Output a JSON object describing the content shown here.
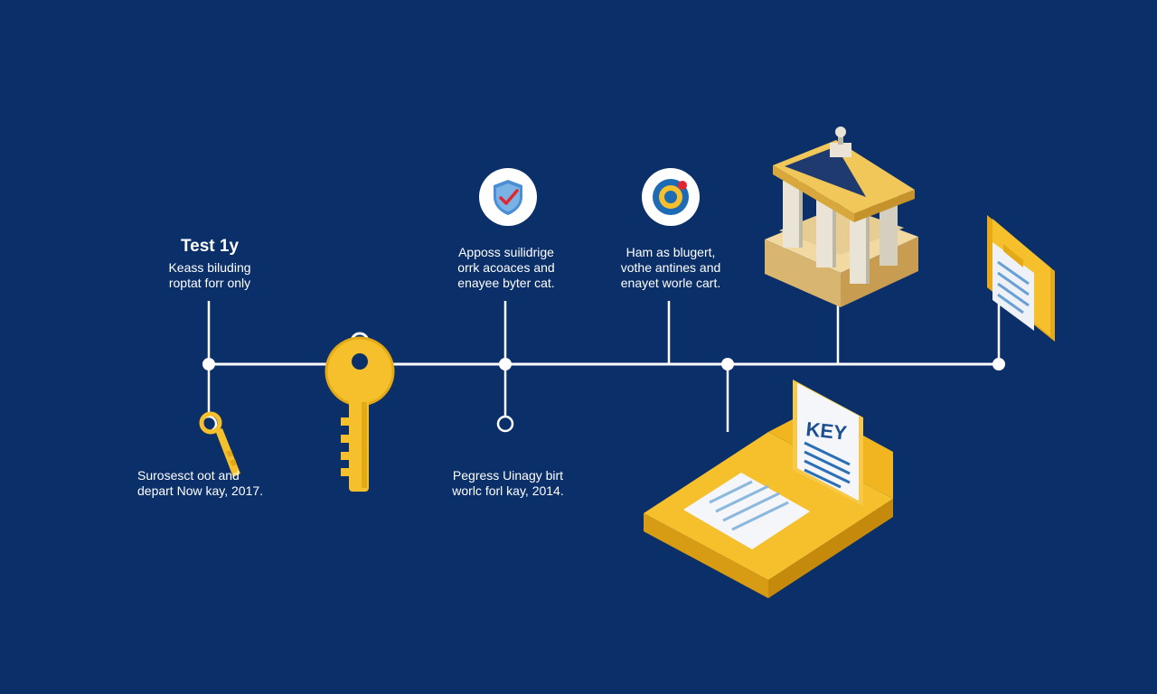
{
  "colors": {
    "background": "#0b2f68",
    "line": "#ffffff",
    "accent_gold": "#f5c02c",
    "accent_blue": "#2b78c4"
  },
  "timeline": {
    "first_stage": {
      "title": "Test 1y",
      "top_text": "Keass biluding\nroptat forr only",
      "bottom_text": "Surosesct oot   and\ndepart Now kay, 2017."
    },
    "second_stage": {
      "top_text": "Apposs suilidrige\norrk acoaces and\nenayee byter cat.",
      "bottom_text": "Pegress Uinagy birt\nworlc forl kay, 2014.",
      "icon": "shield-check-icon"
    },
    "third_stage": {
      "top_text": "Ham as blugert,\nvothe antines and\nenayet worle cart.",
      "icon": "target-icon"
    },
    "icons": {
      "key": "key-icon",
      "bank": "bank-building-icon",
      "id_card": "id-card-icon",
      "document_tray": "document-tray-icon"
    },
    "document_label": "KEY"
  }
}
